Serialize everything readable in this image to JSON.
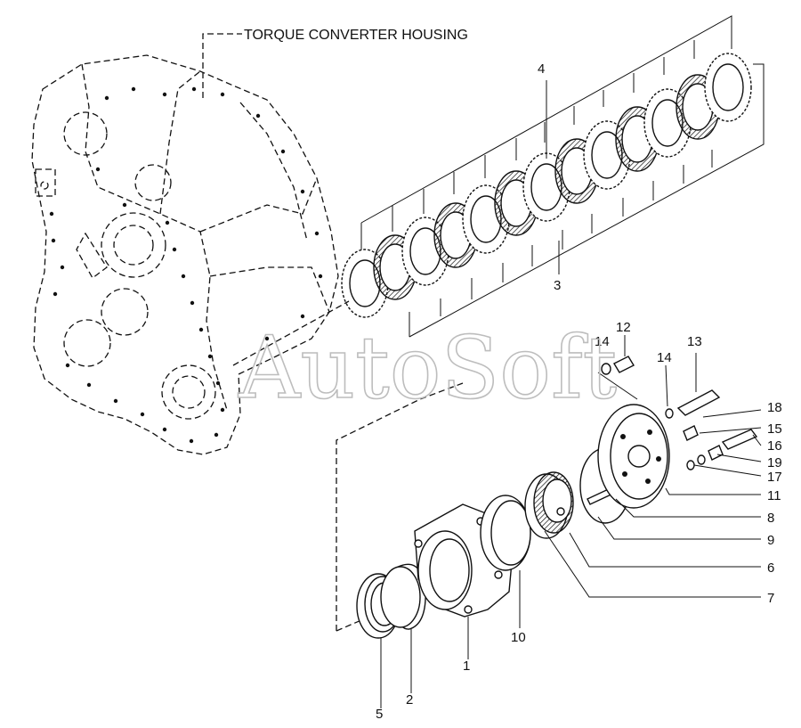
{
  "title": "TORQUE CONVERTER HOUSING",
  "watermark": "AutoSoft",
  "callouts": [
    {
      "id": "c1",
      "label": "1"
    },
    {
      "id": "c2",
      "label": "2"
    },
    {
      "id": "c3",
      "label": "3"
    },
    {
      "id": "c4",
      "label": "4"
    },
    {
      "id": "c5",
      "label": "5"
    },
    {
      "id": "c6",
      "label": "6"
    },
    {
      "id": "c7",
      "label": "7"
    },
    {
      "id": "c8",
      "label": "8"
    },
    {
      "id": "c9",
      "label": "9"
    },
    {
      "id": "c10",
      "label": "10"
    },
    {
      "id": "c11",
      "label": "11"
    },
    {
      "id": "c12",
      "label": "12"
    },
    {
      "id": "c13",
      "label": "13"
    },
    {
      "id": "c14a",
      "label": "14"
    },
    {
      "id": "c14b",
      "label": "14"
    },
    {
      "id": "c15",
      "label": "15"
    },
    {
      "id": "c16",
      "label": "16"
    },
    {
      "id": "c17",
      "label": "17"
    },
    {
      "id": "c18",
      "label": "18"
    },
    {
      "id": "c19",
      "label": "19"
    }
  ]
}
